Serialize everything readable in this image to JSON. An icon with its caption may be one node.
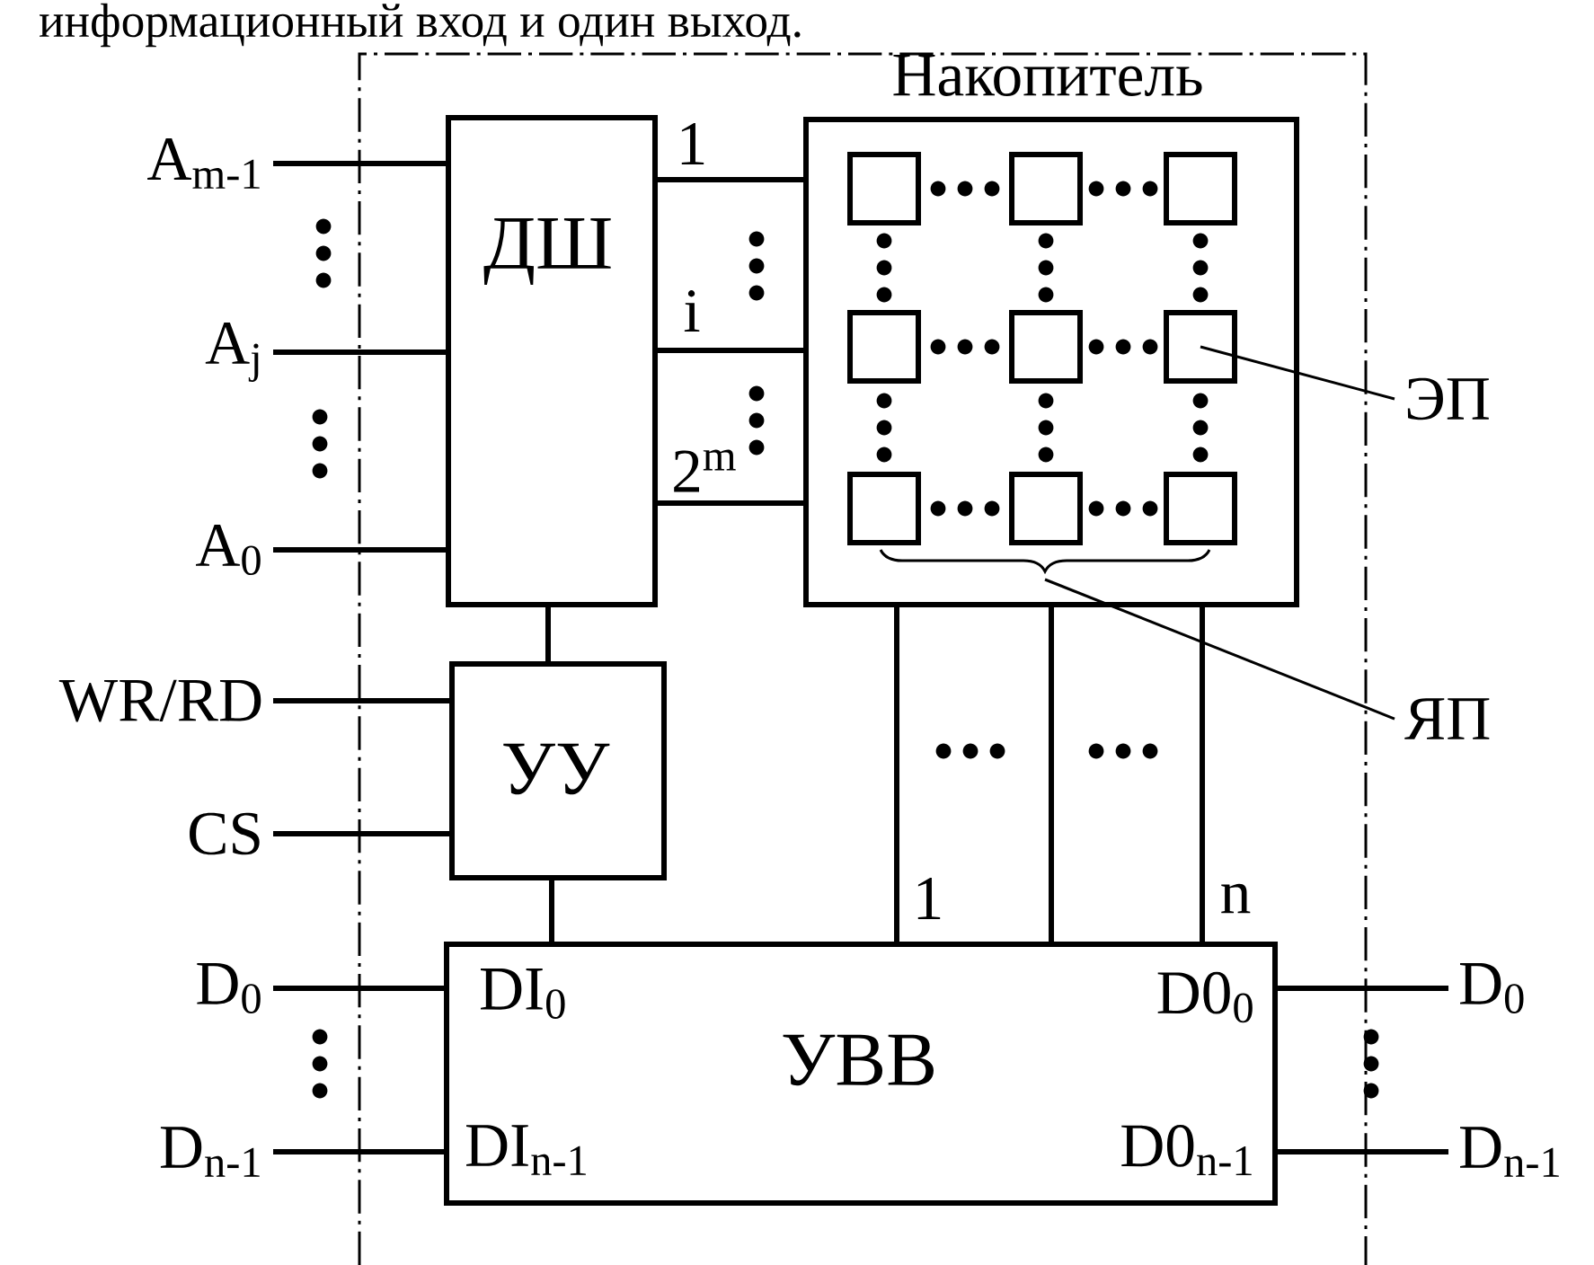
{
  "diagram": {
    "nodes": [
      {
        "text": [
          "ДШ"
        ]
      },
      {
        "text": [
          "Накопитель"
        ]
      },
      {
        "text": [
          "УУ"
        ]
      },
      {
        "text": [
          "УВВ",
          "DI$_{0}$",
          "DI$_{n-1}$",
          "D0$_{0}$",
          "D0$_{n-1}$"
        ]
      },
      {
        "text": [
          "A$_{m-1}$"
        ]
      },
      {
        "text": [
          "A$_{j}$"
        ]
      },
      {
        "text": [
          "A$_{0}$"
        ]
      },
      {
        "text": [
          "WR/RD"
        ]
      },
      {
        "text": [
          "CS"
        ]
      },
      {
        "text": [
          "D$_{0}$"
        ]
      },
      {
        "text": [
          "D$_{n-1}$"
        ]
      },
      {
        "text": [
          "D$_{0}$"
        ]
      },
      {
        "text": [
          "D$_{n-1}$"
        ]
      },
      {
        "text": [
          "ЭП"
        ]
      },
      {
        "text": [
          "ЯП"
        ]
      },
      {
        "text": [],
        "shape": "box",
        "in": 1
      },
      {
        "text": [],
        "shape": "box",
        "in": 1
      },
      {
        "text": [],
        "shape": "box",
        "in": 1
      },
      {
        "text": [],
        "shape": "box",
        "in": 1
      },
      {
        "text": [],
        "shape": "box",
        "in": 1
      },
      {
        "text": [],
        "shape": "box",
        "in": 1
      },
      {
        "text": [],
        "shape": "box",
        "in": 1
      },
      {
        "text": [],
        "shape": "box",
        "in": 1
      },
      {
        "text": [],
        "shape": "box",
        "in": 1
      },
      {
        "text": [],
        "shape": "brace",
        "in": 1
      }
    ],
    "edges": [
      {
        "from": 4,
        "to": 0,
        "arrow": "none"
      },
      {
        "from": 5,
        "to": 0,
        "arrow": "none"
      },
      {
        "from": 6,
        "to": 0,
        "arrow": "none"
      },
      {
        "from": 7,
        "to": 2,
        "arrow": "none"
      },
      {
        "from": 8,
        "to": 2,
        "arrow": "none"
      },
      {
        "from": 0,
        "to": 2,
        "arrow": "none"
      },
      {
        "from": 2,
        "to": 3,
        "arrow": "none"
      },
      {
        "from": 0,
        "to": 1,
        "arrow": "none",
        "label": "1"
      },
      {
        "from": 0,
        "to": 1,
        "arrow": "none",
        "label": "i"
      },
      {
        "from": 0,
        "to": 1,
        "arrow": "none",
        "label": "2$^{m}$"
      },
      {
        "from": 1,
        "to": 3,
        "arrow": "none",
        "label": "1"
      },
      {
        "from": 1,
        "to": 3,
        "arrow": "none"
      },
      {
        "from": 1,
        "to": 3,
        "arrow": "none",
        "label": "n"
      },
      {
        "from": 9,
        "to": 3,
        "arrow": "none"
      },
      {
        "from": 10,
        "to": 3,
        "arrow": "none"
      },
      {
        "from": 3,
        "to": 11,
        "arrow": "none"
      },
      {
        "from": 3,
        "to": 12,
        "arrow": "none"
      },
      {
        "from": 13,
        "to": 20,
        "arrow": "none"
      },
      {
        "from": 14,
        "to": 24,
        "arrow": "none"
      }
    ],
    "labels": [
      "информационный вход и один выход."
    ]
  }
}
